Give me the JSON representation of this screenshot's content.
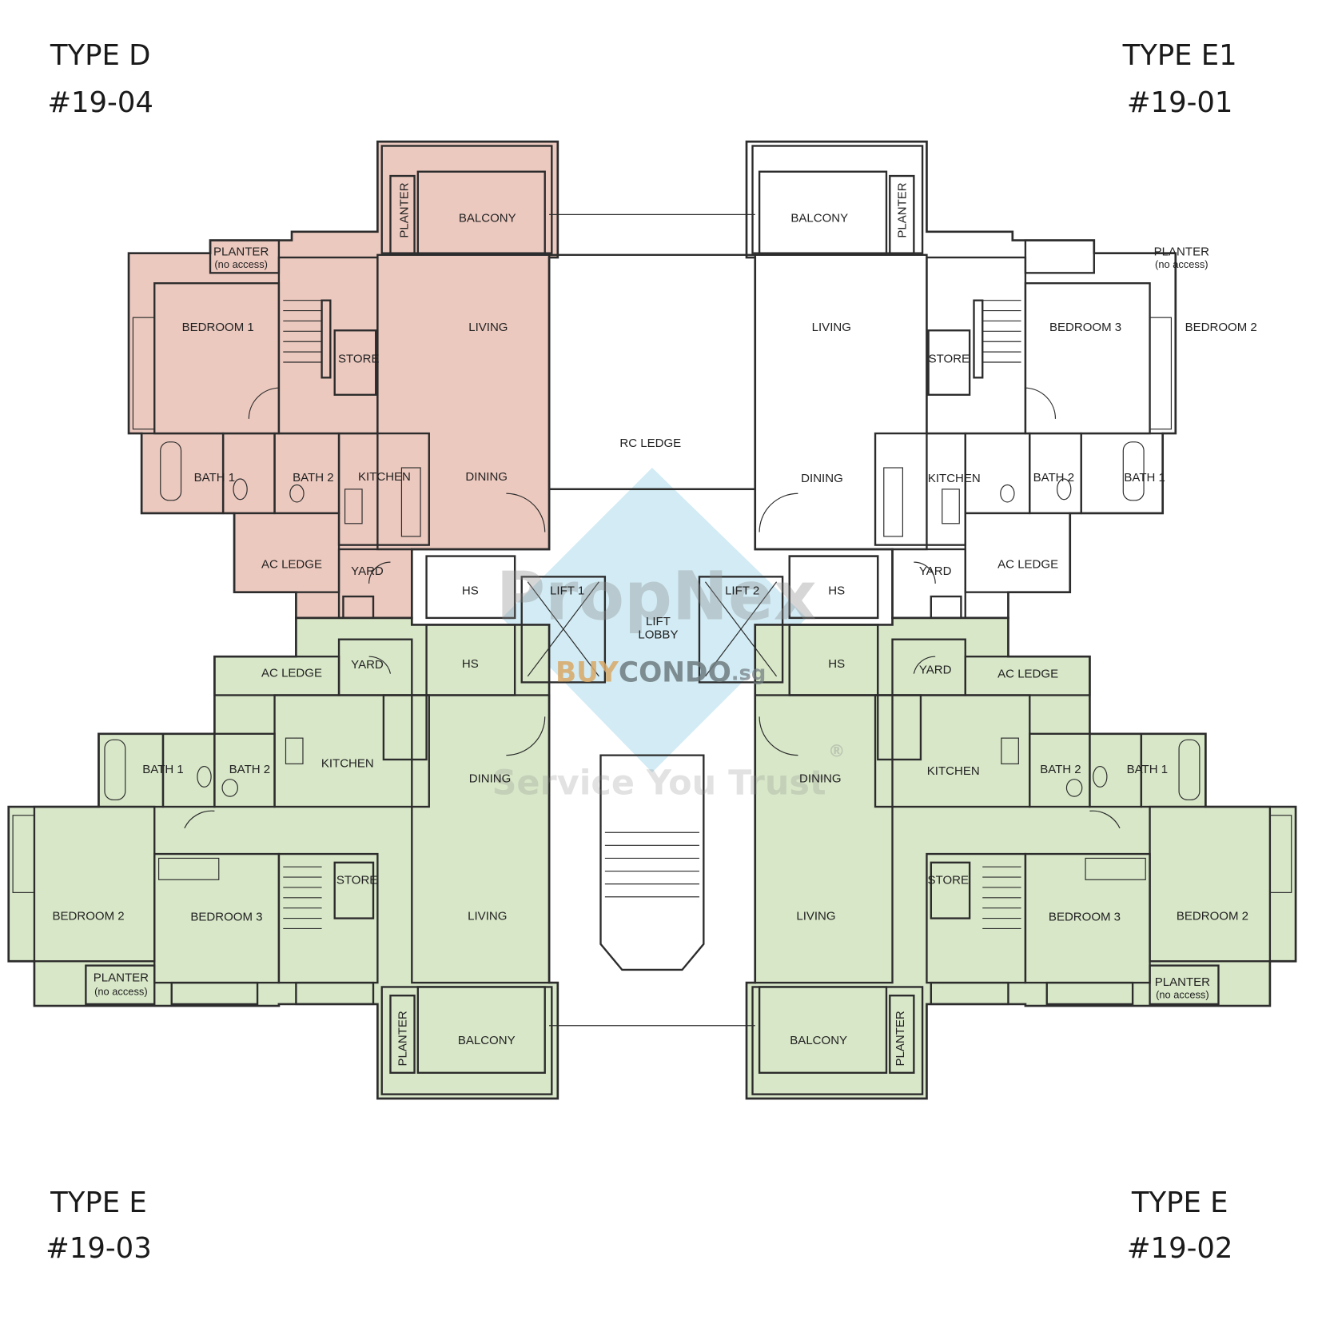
{
  "colors": {
    "type_d": "#ecc9bf",
    "type_e": "#d8e7c8",
    "type_e1": "#ffffff",
    "watermark_blue": "#bfe3f0",
    "buy": "#d9a865",
    "condo": "#6f7b7f"
  },
  "headers": {
    "top_left": {
      "type": "TYPE D",
      "unit": "#19-04"
    },
    "top_right": {
      "type": "TYPE E1",
      "unit": "#19-01"
    },
    "bottom_left": {
      "type": "TYPE E",
      "unit": "#19-03"
    },
    "bottom_right": {
      "type": "TYPE E",
      "unit": "#19-02"
    }
  },
  "core": {
    "rc_ledge": "RC LEDGE",
    "lift1": "LIFT 1",
    "lift2": "LIFT 2",
    "lobby_line1": "LIFT",
    "lobby_line2": "LOBBY"
  },
  "unit_19_04": {
    "planter": "PLANTER",
    "balcony": "BALCONY",
    "planter_na": "PLANTER",
    "no_access": "(no access)",
    "bedroom1": "BEDROOM 1",
    "store": "STORE",
    "living": "LIVING",
    "bath1": "BATH 1",
    "bath2": "BATH 2",
    "kitchen": "KITCHEN",
    "dining": "DINING",
    "ac_ledge": "AC LEDGE",
    "yard": "YARD",
    "hs": "HS"
  },
  "unit_19_01": {
    "balcony": "BALCONY",
    "planter": "PLANTER",
    "living": "LIVING",
    "store": "STORE",
    "bedroom3": "BEDROOM 3",
    "bedroom2": "BEDROOM 2",
    "planter_na": "PLANTER",
    "no_access": "(no access)",
    "dining": "DINING",
    "kitchen": "KITCHEN",
    "bath2": "BATH 2",
    "bath1": "BATH 1",
    "ac_ledge": "AC LEDGE",
    "yard": "YARD",
    "hs": "HS"
  },
  "unit_19_03": {
    "hs": "HS",
    "yard": "YARD",
    "ac_ledge": "AC LEDGE",
    "kitchen": "KITCHEN",
    "bath1": "BATH 1",
    "bath2": "BATH 2",
    "dining": "DINING",
    "store": "STORE",
    "bedroom2": "BEDROOM 2",
    "bedroom3": "BEDROOM 3",
    "living": "LIVING",
    "planter_na": "PLANTER",
    "no_access": "(no access)",
    "planter": "PLANTER",
    "balcony": "BALCONY"
  },
  "unit_19_02": {
    "hs": "HS",
    "yard": "YARD",
    "ac_ledge": "AC LEDGE",
    "kitchen": "KITCHEN",
    "bath2": "BATH 2",
    "bath1": "BATH 1",
    "dining": "DINING",
    "store": "STORE",
    "living": "LIVING",
    "bedroom3": "BEDROOM 3",
    "bedroom2": "BEDROOM 2",
    "planter_na": "PLANTER",
    "no_access": "(no access)",
    "balcony": "BALCONY",
    "planter": "PLANTER"
  },
  "watermark": {
    "brand": "PropNex",
    "buy": "BUY",
    "condo": "CONDO",
    "sg": ".sg",
    "tagline": "Service You Trust",
    "reg": "®"
  }
}
